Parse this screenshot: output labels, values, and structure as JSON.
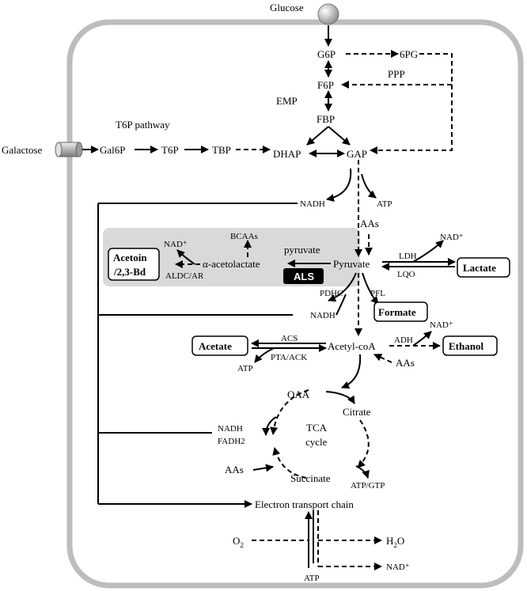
{
  "nodes": {
    "glucose": "Glucose",
    "galactose": "Galactose",
    "g6p": "G6P",
    "pg6": "6PG",
    "ppp": "PPP",
    "f6p": "F6P",
    "emp": "EMP",
    "fbp": "FBP",
    "t6p_pathway": "T6P pathway",
    "gal6p": "Gal6P",
    "t6p": "T6P",
    "tbp": "TBP",
    "dhap": "DHAP",
    "gap": "GAP",
    "nadh1": "NADH",
    "atp1": "ATP",
    "aas1": "AAs",
    "nad_plus1": "NAD⁺",
    "bcaas": "BCAAs",
    "pyruvate_small": "pyruvate",
    "acetoin": "Acetoin",
    "bd23": "/2,3-Bd",
    "alpha_acetolactate": "α-acetolactate",
    "pyruvate": "Pyruvate",
    "aldc_ar": "ALDC/AR",
    "als": "ALS",
    "nad_plus2": "NAD⁺",
    "ldh": "LDH",
    "lqo": "LQO",
    "lactate": "Lactate",
    "pdhc": "PDHC",
    "pfl": "PFL",
    "nadh2": "NADH",
    "formate": "Formate",
    "nad_plus3": "NAD⁺",
    "acetate": "Acetate",
    "acs": "ACS",
    "acetyl_coa": "Acetyl-coA",
    "adh": "ADH",
    "ethanol": "Ethanol",
    "pta_ack": "PTA/ACK",
    "atp2": "ATP",
    "aas2": "AAs",
    "oaa": "OAA",
    "citrate": "Citrate",
    "nadh3": "NADH",
    "fadh2": "FADH2",
    "tca1": "TCA",
    "tca2": "cycle",
    "aas3": "AAs",
    "succinate": "Succinate",
    "atp_gtp": "ATP/GTP",
    "etc": "Electron transport chain",
    "o2": "O",
    "o2_sub": "2",
    "h2o": "H",
    "h2o_sub": "2",
    "h2o_o": "O",
    "atp3": "ATP",
    "nad_plus4": "NAD⁺"
  },
  "colors": {
    "cell_border": "#bdbdbd",
    "als_region": "#d9d9d9",
    "als_box": "#000000"
  }
}
